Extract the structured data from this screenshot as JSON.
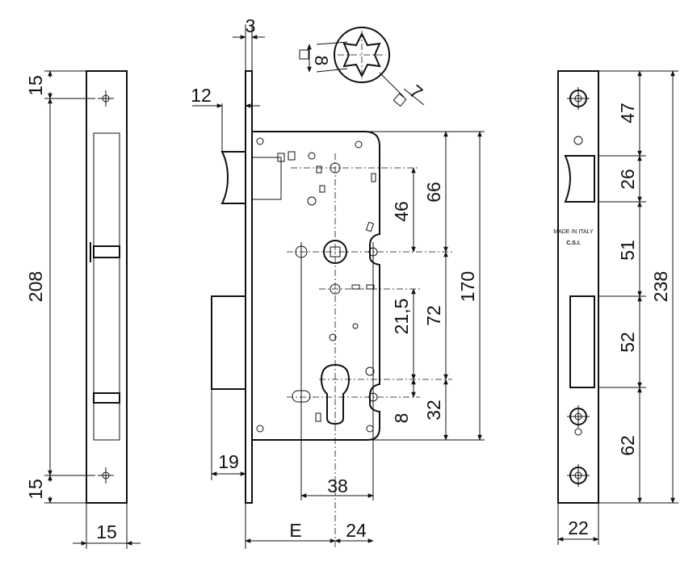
{
  "labels": {
    "left_top": "15",
    "left_height": "208",
    "left_bottom": "15",
    "left_width": "15",
    "faceplate_thickness": "3",
    "square_spindle": "8",
    "square_alt": "7",
    "latch_projection": "12",
    "backset_label": "E",
    "forend_to_handle": "24",
    "spindle_to_cylinder": "38",
    "deadbolt_projection": "19",
    "distance_46": "46",
    "distance_66": "66",
    "distance_215": "21,5",
    "distance_72": "72",
    "distance_170": "170",
    "distance_8": "8",
    "distance_32": "32",
    "right_47": "47",
    "right_26": "26",
    "right_51": "51",
    "right_52": "52",
    "right_62": "62",
    "right_238": "238",
    "right_width": "22",
    "brand_line": "MADE IN ITALY",
    "brand_logo": "C.S.I."
  },
  "colors": {
    "line": "#111111",
    "background": "#ffffff"
  }
}
